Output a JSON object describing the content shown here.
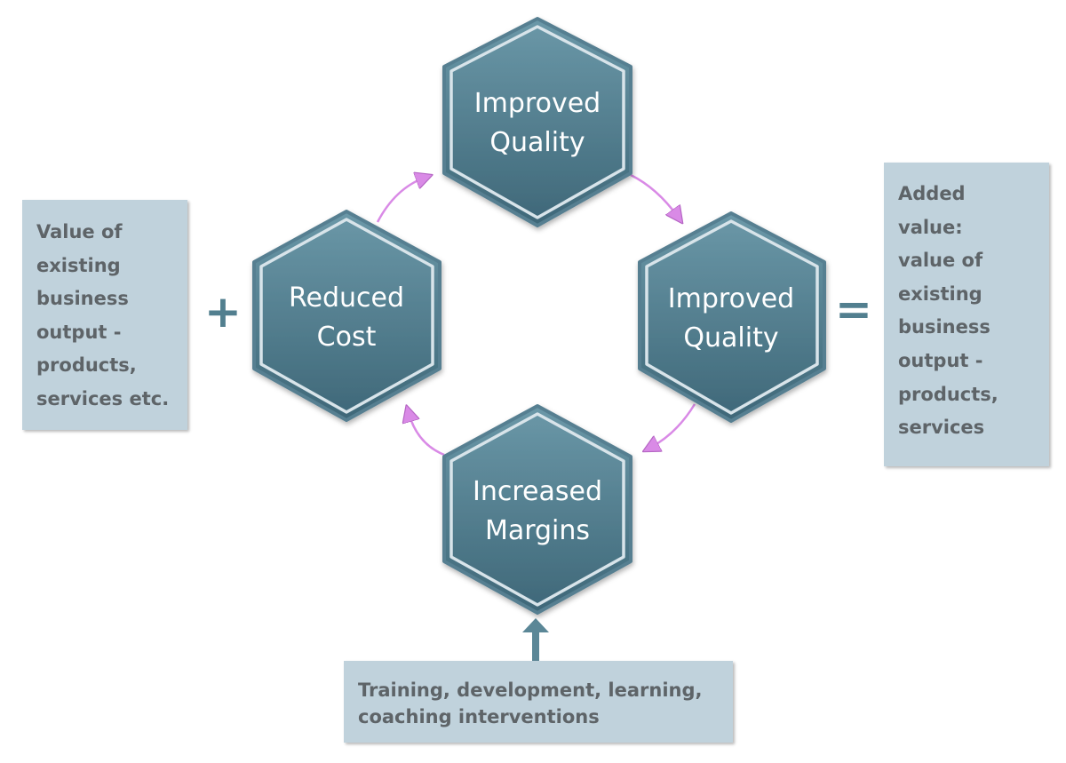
{
  "nodes": {
    "top": {
      "line1": "Improved",
      "line2": "Quality"
    },
    "left": {
      "line1": "Reduced",
      "line2": "Cost"
    },
    "right": {
      "line1": "Improved",
      "line2": "Quality"
    },
    "bottom": {
      "line1": "Increased",
      "line2": "Margins"
    }
  },
  "boxes": {
    "left": "Value of\nexisting\nbusiness\noutput -\nproducts,\nservices etc.",
    "right": "Added\nvalue:\nvalue of\nexisting\nbusiness\noutput -\nproducts,\nservices",
    "bottom": "Training, development, learning,\ncoaching interventions"
  },
  "operators": {
    "plus": "+",
    "equals": "="
  },
  "colors": {
    "hex_fill_top": "#6b98a8",
    "hex_fill_bottom": "#3e6778",
    "hex_outline": "#567f91",
    "hex_inner_ring": "#d8e4ea",
    "arrow_cycle": "#d98ae6",
    "arrow_input": "#5b8797",
    "box_fill": "#c0d2dc",
    "box_text": "#5e6468"
  }
}
